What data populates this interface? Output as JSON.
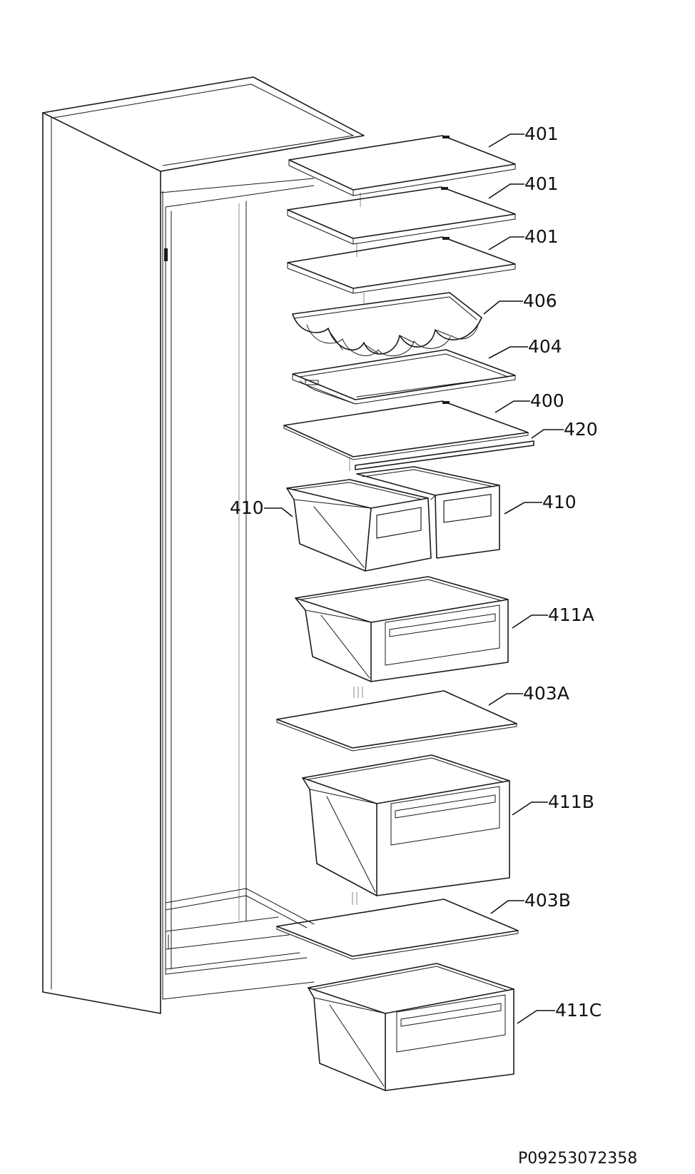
{
  "labels": {
    "shelf_top": "401",
    "shelf_second": "401",
    "shelf_third": "401",
    "bottle_rack": "406",
    "shelf_adjustable": "404",
    "shelf_glass": "400",
    "shelf_trim": "420",
    "drawer_left": "410",
    "drawer_right": "410",
    "drawer_a": "411A",
    "plate_a": "403A",
    "drawer_b": "411B",
    "plate_b": "403B",
    "drawer_c": "411C"
  },
  "document_code": "P09253072358"
}
